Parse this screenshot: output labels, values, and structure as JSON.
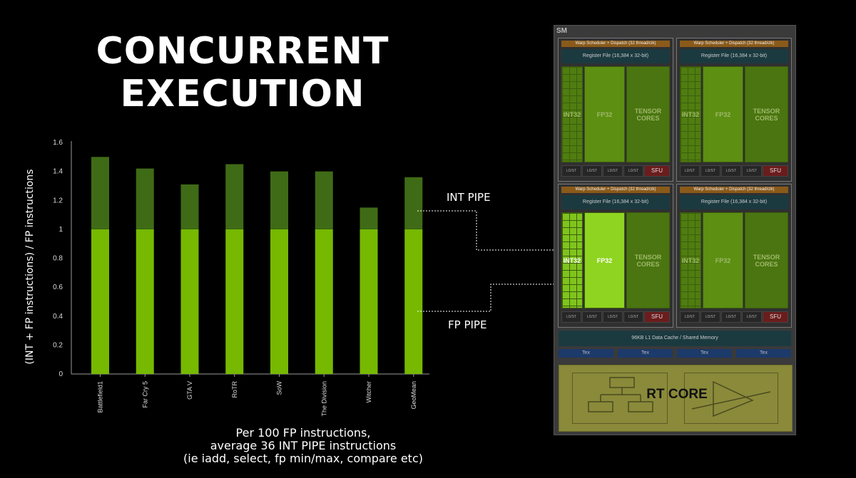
{
  "title": {
    "line1": "CONCURRENT",
    "line2": "EXECUTION"
  },
  "caption": {
    "line1": "Per 100 FP instructions,",
    "line2": "average 36 INT PIPE instructions",
    "line3": "(ie iadd, select, fp min/max, compare etc)"
  },
  "pipes": {
    "int_label": "INT PIPE",
    "fp_label": "FP PIPE"
  },
  "colors": {
    "fp_bar": "#76b900",
    "int_bar": "#3f6b16",
    "axis": "#9a9a9a",
    "arrow": "#ffffff"
  },
  "chart_data": {
    "type": "bar",
    "stacked": true,
    "categories": [
      "Battlefield1",
      "Far Cry 5",
      "GTA V",
      "RoTR",
      "SoW",
      "The Division",
      "Witcher",
      "GeoMean"
    ],
    "series": [
      {
        "values": [
          1,
          1,
          1,
          1,
          1,
          1,
          1,
          1
        ]
      },
      {
        "values": [
          0.5,
          0.42,
          0.31,
          0.45,
          0.4,
          0.4,
          0.15,
          0.36
        ]
      }
    ],
    "ylabel": "(INT + FP instructions) / FP instructions",
    "ylim": [
      0,
      1.6
    ],
    "yticks": [
      "0",
      "0.2",
      "0.4",
      "0.6",
      "0.8",
      "1",
      "1.2",
      "1.4",
      "1.6"
    ],
    "grid": false
  },
  "sm": {
    "label": "SM",
    "warp": "Warp Scheduler + Dispatch (32 thread/clk)",
    "register": "Register File (16,384 x 32-bit)",
    "int32": "INT32",
    "fp32": "FP32",
    "tensor_line1": "TENSOR",
    "tensor_line2": "CORES",
    "ldst": "LD/ST",
    "sfu": "SFU",
    "l1": "96KB L1 Data Cache / Shared Memory",
    "tex": "Tex",
    "rt_core": "RT CORE"
  }
}
